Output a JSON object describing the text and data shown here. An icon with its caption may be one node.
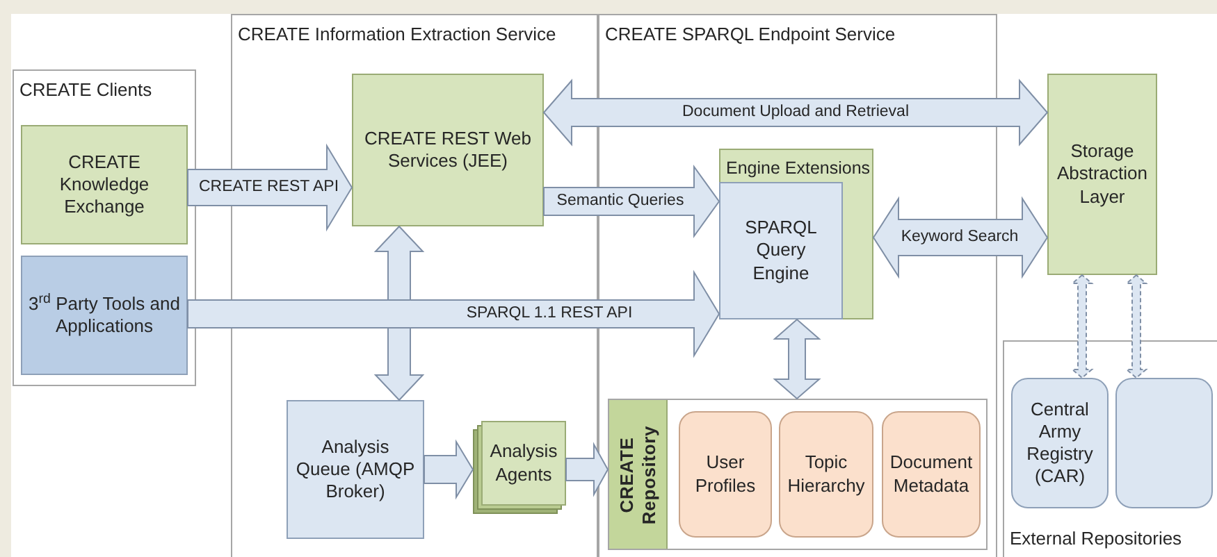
{
  "diagram": {
    "nodes": [
      {
        "text": [
          "CREATE Clients"
        ]
      },
      {
        "text": [
          "CREATE Knowledge Exchange"
        ],
        "in": 0
      },
      {
        "text": [
          "3$^{rd}$ Party Tools and Applications"
        ],
        "in": 0
      },
      {
        "text": [
          "CREATE Information Extraction Service"
        ]
      },
      {
        "text": [
          "CREATE REST Web Services (JEE)"
        ],
        "in": 3
      },
      {
        "text": [
          "Analysis Queue (AMQP Broker)"
        ],
        "in": 3
      },
      {
        "text": [
          "Analysis Agents"
        ],
        "in": 3
      },
      {
        "text": [
          "CREATE SPARQL Endpoint Service"
        ]
      },
      {
        "text": [
          "Engine Extensions"
        ],
        "in": 7
      },
      {
        "text": [
          "SPARQL Query Engine"
        ],
        "in": 8
      },
      {
        "text": [
          "CREATE Repository"
        ],
        "in": 7
      },
      {
        "text": [
          "User Profiles"
        ],
        "in": 10
      },
      {
        "text": [
          "Topic Hierarchy"
        ],
        "in": 10
      },
      {
        "text": [
          "Document Metadata"
        ],
        "in": 10
      },
      {
        "text": [
          "Storage Abstraction Layer"
        ]
      },
      {
        "text": [
          "External Repositories"
        ]
      },
      {
        "text": [
          "Central Army Registry (CAR)"
        ],
        "in": 15
      },
      {
        "text": [],
        "shape": "box",
        "in": 15
      }
    ],
    "edges": [
      {
        "from": 1,
        "to": 4,
        "arrow": "to",
        "label": "CREATE REST API"
      },
      {
        "from": 2,
        "to": 9,
        "arrow": "to",
        "label": "SPARQL 1.1 REST API"
      },
      {
        "from": 4,
        "to": 14,
        "arrow": "both",
        "label": "Document Upload and Retrieval"
      },
      {
        "from": 4,
        "to": 9,
        "arrow": "to",
        "label": "Semantic Queries"
      },
      {
        "from": 8,
        "to": 14,
        "arrow": "both",
        "label": "Keyword Search"
      },
      {
        "from": 4,
        "to": 5,
        "arrow": "both"
      },
      {
        "from": 5,
        "to": 6,
        "arrow": "to"
      },
      {
        "from": 6,
        "to": 10,
        "arrow": "to"
      },
      {
        "from": 9,
        "to": 10,
        "arrow": "both"
      },
      {
        "from": 14,
        "to": 16,
        "arrow": "both",
        "style": "dashed"
      },
      {
        "from": 14,
        "to": 17,
        "arrow": "both",
        "style": "dashed"
      }
    ]
  }
}
